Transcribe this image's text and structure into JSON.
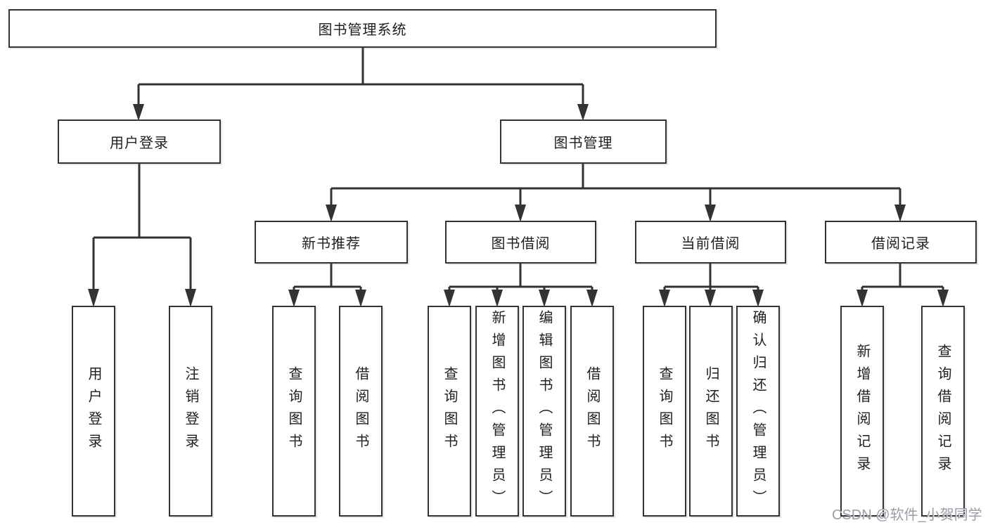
{
  "colors": {
    "background": "#ffffff",
    "line": "#333333",
    "box_border": "#333333",
    "text": "#1f1f1f",
    "watermark": "#999da5"
  },
  "tree": {
    "root": {
      "label": "图书管理系统"
    },
    "branches": [
      {
        "label": "用户登录",
        "children": [
          {
            "label": "用户登录"
          },
          {
            "label": "注销登录"
          }
        ]
      },
      {
        "label": "图书管理",
        "groups": [
          {
            "label": "新书推荐",
            "children": [
              {
                "label": "查询图书"
              },
              {
                "label": "借阅图书"
              }
            ]
          },
          {
            "label": "图书借阅",
            "children": [
              {
                "label": "查询图书"
              },
              {
                "label": "新增图书（管理员）"
              },
              {
                "label": "编辑图书（管理员）"
              },
              {
                "label": "借阅图书"
              }
            ]
          },
          {
            "label": "当前借阅",
            "children": [
              {
                "label": "查询图书"
              },
              {
                "label": "归还图书"
              },
              {
                "label": "确认归还（管理员）"
              }
            ]
          },
          {
            "label": "借阅记录",
            "children": [
              {
                "label": "新增借阅记录"
              },
              {
                "label": "查询借阅记录"
              }
            ]
          }
        ]
      }
    ]
  },
  "watermark": {
    "text": "CSDN @软件_小贺同学"
  }
}
